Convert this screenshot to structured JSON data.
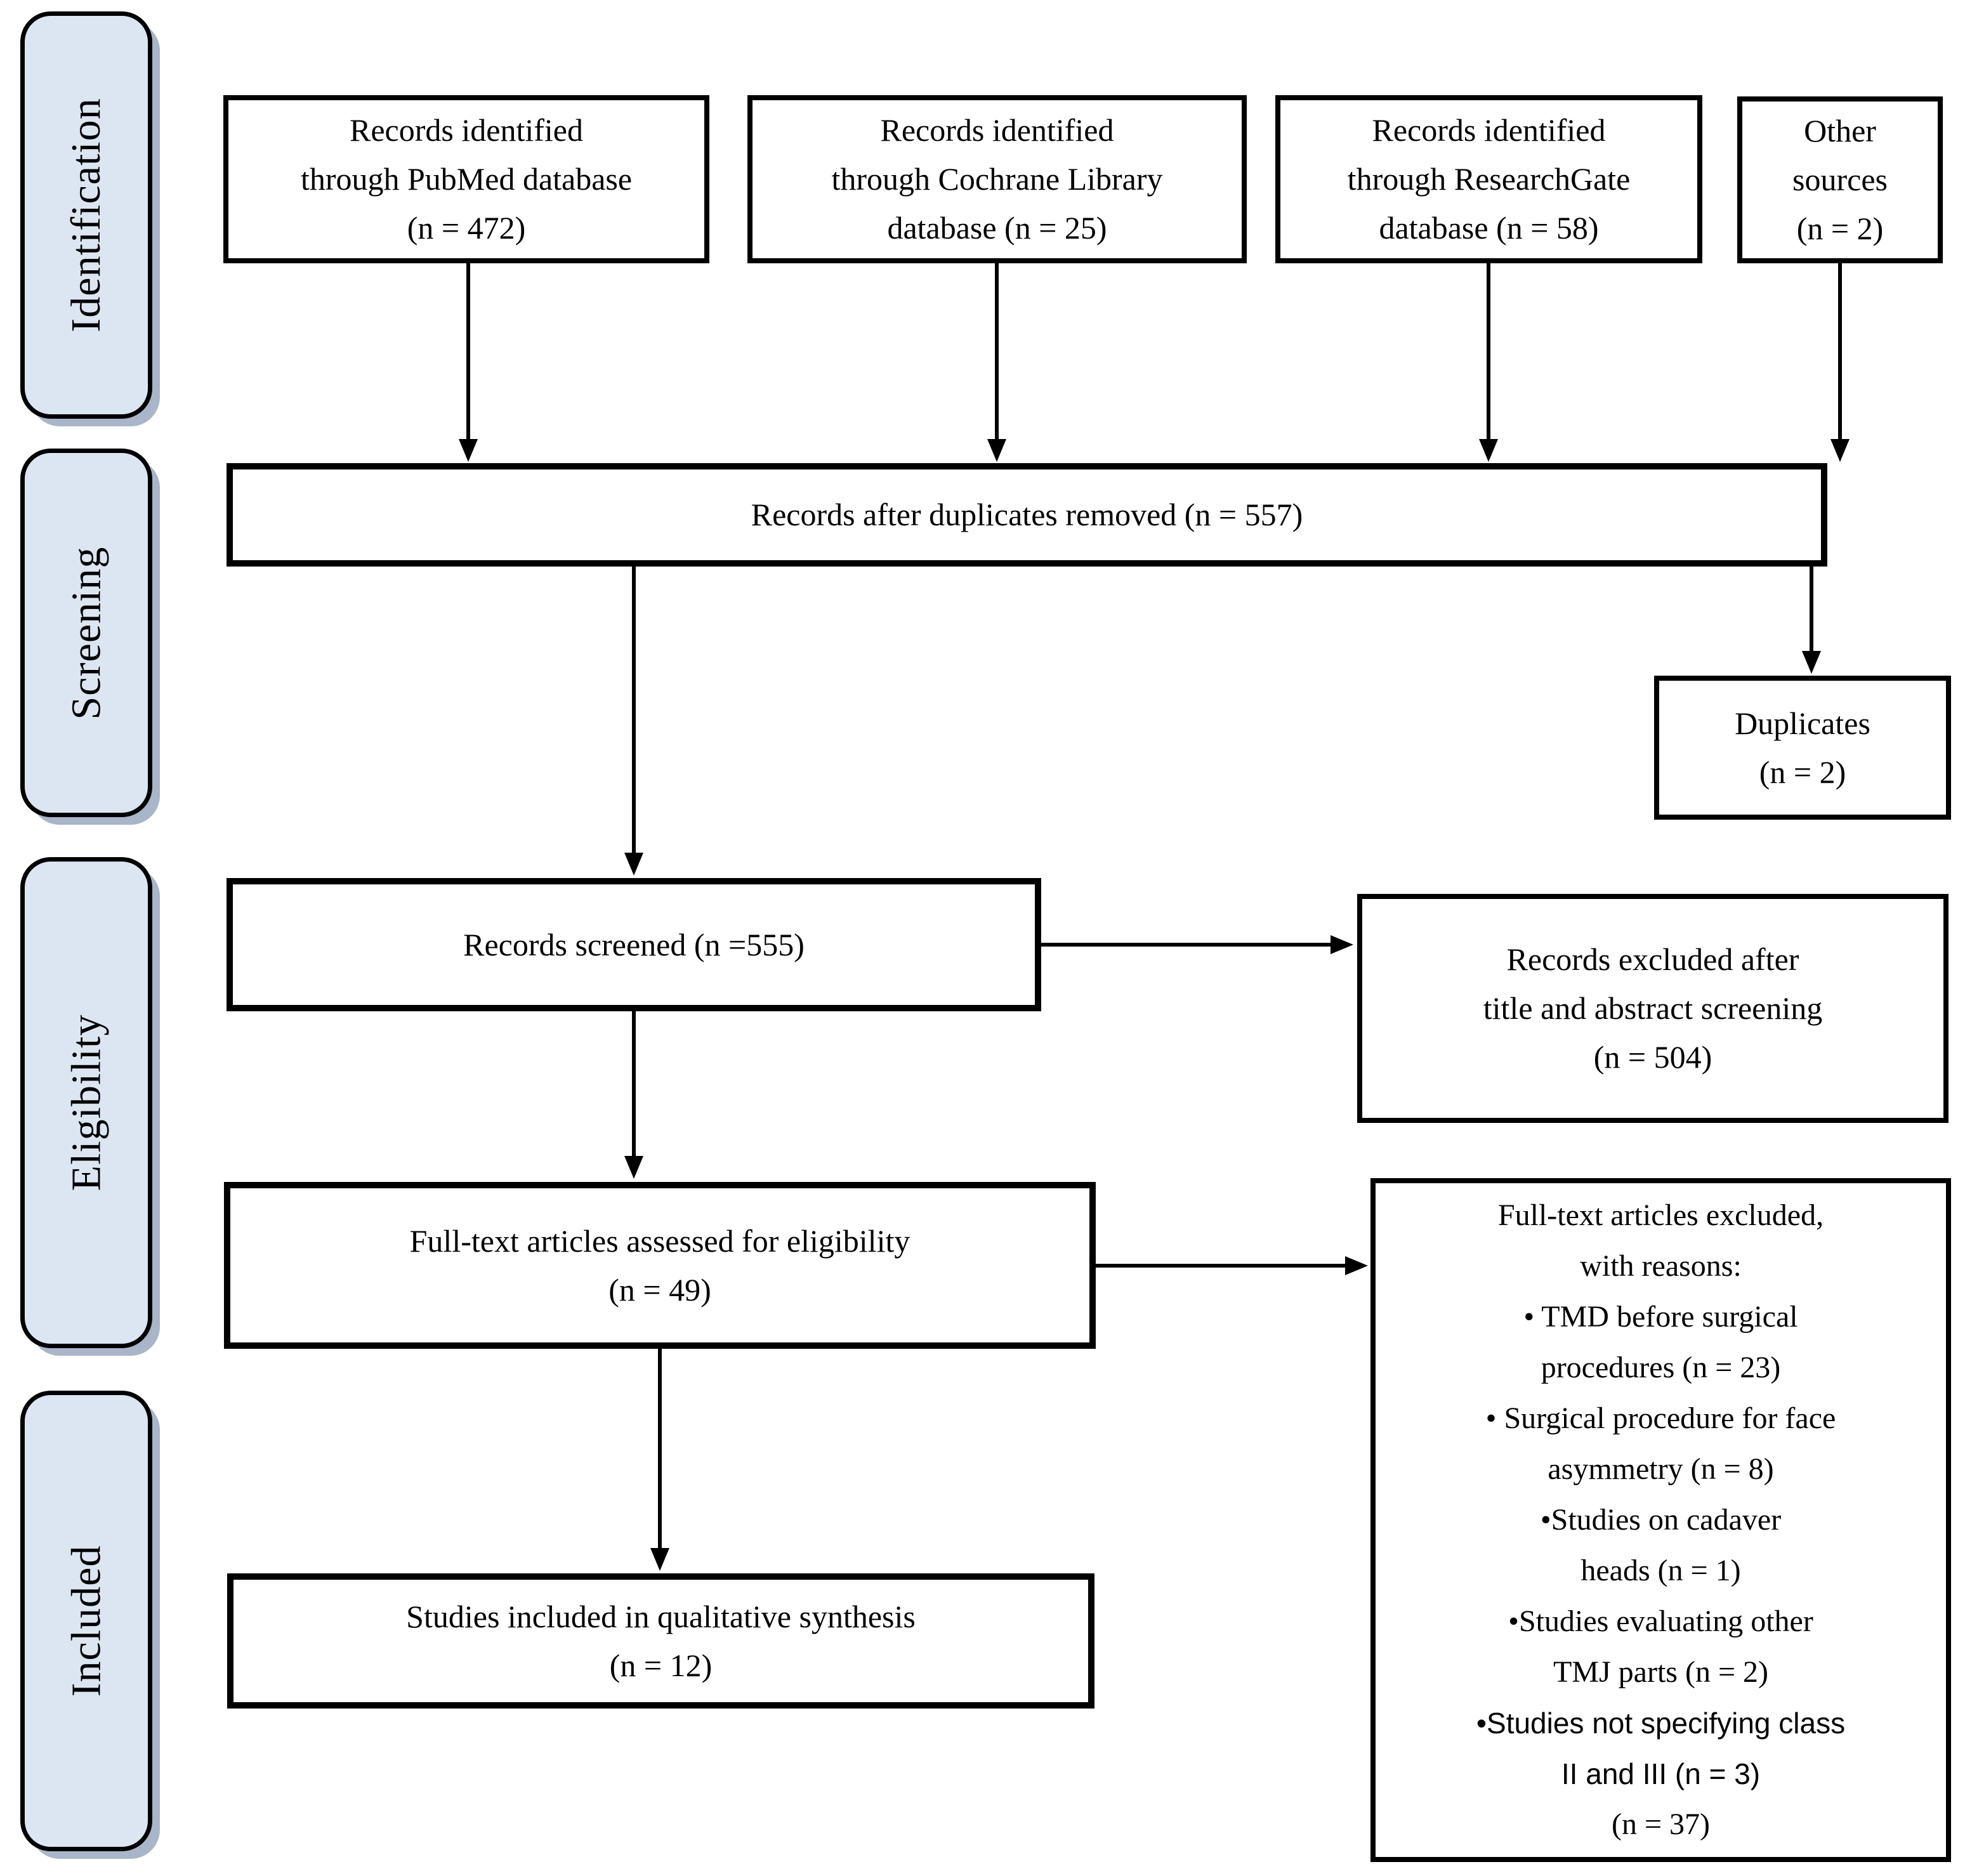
{
  "diagram_title": "PRISMA flow diagram",
  "colors": {
    "stage_fill": "#dce6f2",
    "stage_shadow": "#a9b5c9",
    "box_border": "#000000",
    "box_fill": "#ffffff",
    "text": "#000000"
  },
  "sidebar": {
    "stages": [
      {
        "label": "Identification"
      },
      {
        "label": "Screening"
      },
      {
        "label": "Eligibility"
      },
      {
        "label": "Included"
      }
    ]
  },
  "boxes": {
    "pubmed": {
      "lines": [
        "Records identified",
        "through PubMed database",
        "(n = 472)"
      ]
    },
    "cochrane": {
      "lines": [
        "Records identified",
        "through Cochrane Library",
        "database (n = 25)"
      ]
    },
    "researchgate": {
      "lines": [
        "Records identified",
        "through ResearchGate",
        "database (n = 58)"
      ]
    },
    "other_sources": {
      "lines": [
        "Other",
        "sources",
        "(n = 2)"
      ]
    },
    "duplicates_removed": {
      "lines": [
        "Records after duplicates removed (n = 557)"
      ]
    },
    "duplicates": {
      "lines": [
        "Duplicates",
        "(n = 2)"
      ]
    },
    "records_screened": {
      "lines": [
        "Records screened (n =555)"
      ]
    },
    "records_excluded": {
      "lines": [
        "Records excluded after",
        "title and abstract screening",
        "(n = 504)"
      ]
    },
    "fulltext_assessed": {
      "lines": [
        "Full-text articles assessed for eligibility",
        "(n = 49)"
      ]
    },
    "fulltext_excluded": {
      "lines": [
        {
          "text": "Full-text articles excluded,",
          "font": "serif"
        },
        {
          "text": "with reasons:",
          "font": "serif"
        },
        {
          "text": "• TMD before surgical",
          "font": "serif"
        },
        {
          "text": "procedures (n = 23)",
          "font": "serif"
        },
        {
          "text": "• Surgical procedure for face",
          "font": "serif"
        },
        {
          "text": "asymmetry (n = 8)",
          "font": "serif"
        },
        {
          "text": "•Studies on cadaver",
          "font": "serif"
        },
        {
          "text": "heads (n = 1)",
          "font": "serif"
        },
        {
          "text": "•Studies evaluating other",
          "font": "serif"
        },
        {
          "text": "TMJ parts (n = 2)",
          "font": "serif"
        },
        {
          "text": "•Studies not specifying class",
          "font": "sans"
        },
        {
          "text": "II and III (n = 3)",
          "font": "sans"
        },
        {
          "text": "(n = 37)",
          "font": "serif"
        }
      ]
    },
    "included_studies": {
      "lines": [
        "Studies included in qualitative synthesis",
        "(n = 12)"
      ]
    }
  }
}
